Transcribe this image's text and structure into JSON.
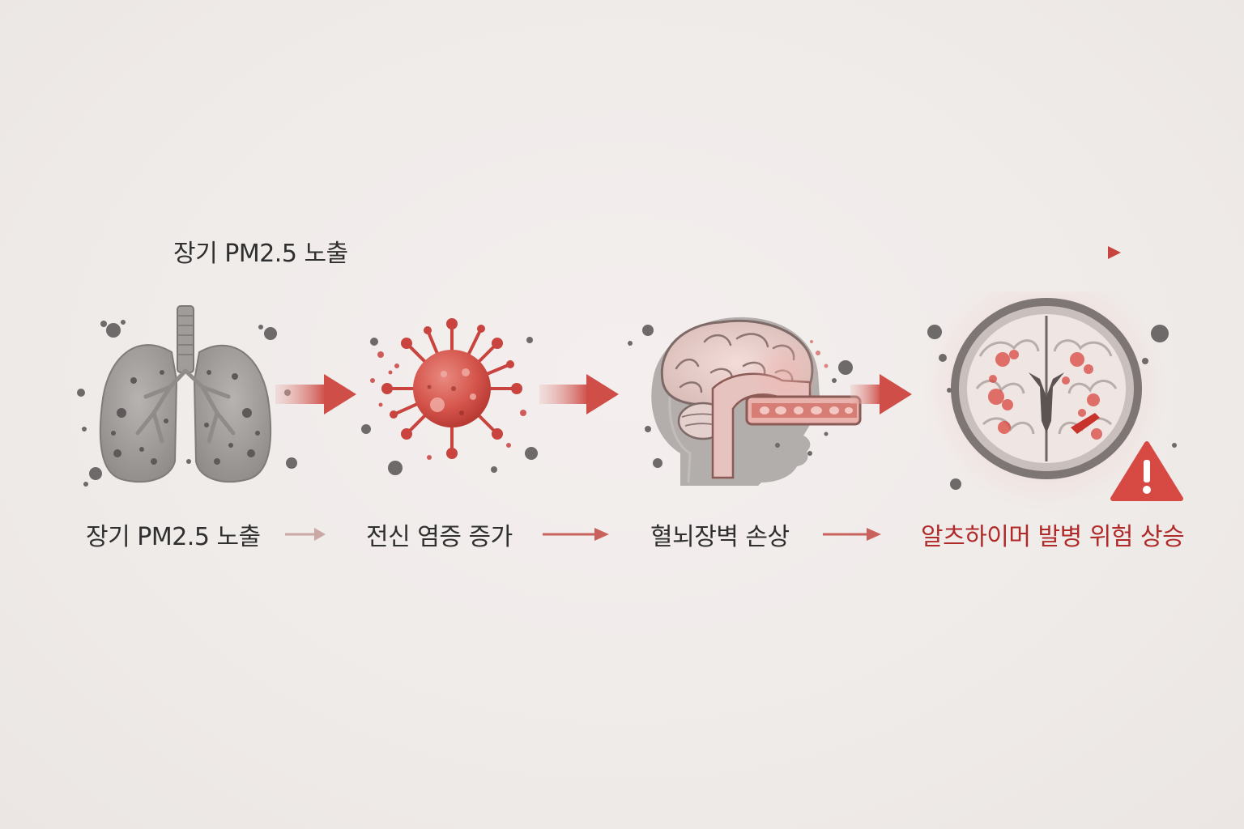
{
  "diagram": {
    "timeline_label": "장기 PM2.5 노출",
    "steps": [
      {
        "label": "장기 PM2.5 노출",
        "icon": "lungs-icon"
      },
      {
        "label": "전신 염증 증가",
        "icon": "inflammation-virus-icon"
      },
      {
        "label": "혈뇌장벽 손상",
        "icon": "brain-barrier-icon"
      },
      {
        "label": "알츠하이머 발병 위험 상승",
        "icon": "brain-scan-icon"
      }
    ],
    "warning_icon": "warning-triangle-icon",
    "colors": {
      "accent_red": "#c9433f",
      "risk_text": "#b02a2a",
      "text": "#2f2f2f",
      "particle_gray": "#6f6a6a",
      "background": "#efebe9"
    }
  }
}
